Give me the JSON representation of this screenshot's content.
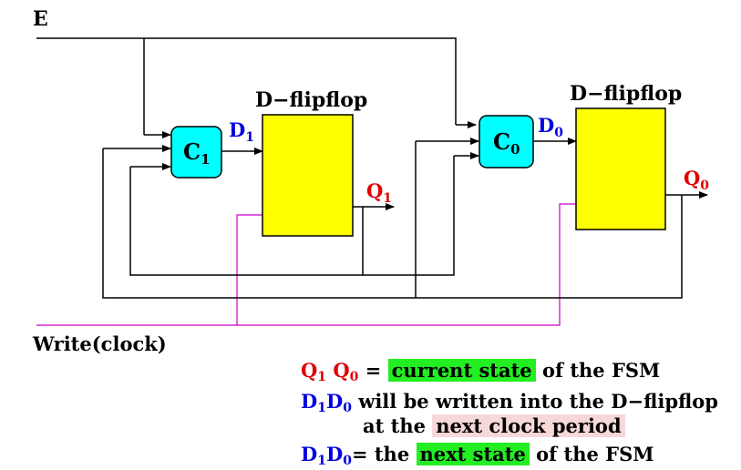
{
  "inputs": {
    "enable": "E",
    "clock": "Write(clock)"
  },
  "logic_blocks": [
    {
      "letter": "C",
      "subscript": "1"
    },
    {
      "letter": "C",
      "subscript": "0"
    }
  ],
  "flipflops": [
    {
      "title": "D−flipflop",
      "d_letter": "D",
      "d_sub": "1",
      "q_letter": "Q",
      "q_sub": "1"
    },
    {
      "title": "D−flipflop",
      "d_letter": "D",
      "d_sub": "0",
      "q_letter": "Q",
      "q_sub": "0"
    }
  ],
  "legend": {
    "line1": {
      "q1": "Q",
      "q1_sub": "1",
      "q0": "Q",
      "q0_sub": "0",
      "eq": "=",
      "highlight": "current state",
      "rest": "of the FSM"
    },
    "line2": {
      "d1": "D",
      "d1_sub": "1",
      "d0": "D",
      "d0_sub": "0",
      "text": "will be written into the D−flipflop"
    },
    "line3": {
      "text": "at the",
      "highlight": "next clock period"
    },
    "line4": {
      "d1": "D",
      "d1_sub": "1",
      "d0": "D",
      "d0_sub": "0",
      "eq": "= the",
      "highlight": "next state",
      "rest": "of the FSM"
    }
  },
  "colors": {
    "logic_fill": "#00ffff",
    "flipflop_fill": "#ffff00",
    "clock_wire": "#cc00cc",
    "state_red": "#e00000",
    "signal_blue": "#0000e0",
    "highlight_green": "#22ee22",
    "highlight_pink": "#f6d8d8"
  }
}
